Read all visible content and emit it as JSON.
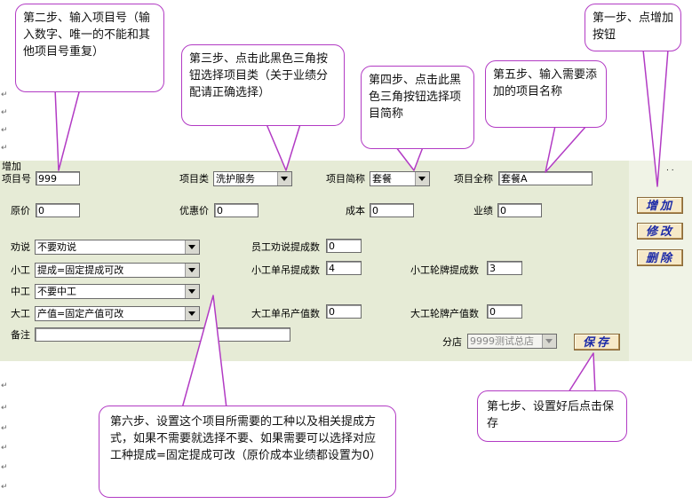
{
  "form": {
    "section_title": "增加",
    "item_no_label": "项目号",
    "item_no_value": "999",
    "category_label": "项目类",
    "category_value": "洗护服务",
    "short_name_label": "项目简称",
    "short_name_value": "套餐",
    "full_name_label": "项目全称",
    "full_name_value": "套餐A",
    "price_label": "原价",
    "price_value": "0",
    "discount_label": "优惠价",
    "discount_value": "0",
    "cost_label": "成本",
    "cost_value": "0",
    "perf_label": "业绩",
    "perf_value": "0",
    "persuade_label": "劝说",
    "persuade_value": "不要劝说",
    "staff_persuade_label": "员工劝说提成数",
    "staff_persuade_value": "0",
    "junior_label": "小工",
    "junior_value": "提成=固定提成可改",
    "junior_single_label": "小工单吊提成数",
    "junior_single_value": "4",
    "junior_rotate_label": "小工轮牌提成数",
    "junior_rotate_value": "3",
    "mid_label": "中工",
    "mid_value": "不要中工",
    "senior_label": "大工",
    "senior_value": "产值=固定产值可改",
    "senior_single_label": "大工单吊产值数",
    "senior_single_value": "0",
    "senior_rotate_label": "大工轮牌产值数",
    "senior_rotate_value": "0",
    "note_label": "备注",
    "note_value": "",
    "branch_label": "分店",
    "branch_value": "9999测试总店",
    "save_label": "保存"
  },
  "side_buttons": {
    "add_label": "增加",
    "edit_label": "修改",
    "delete_label": "删除",
    "dots": ". ."
  },
  "callouts": {
    "step1": "第一步、点增加按钮",
    "step2": "第二步、输入项目号（输入数字、唯一的不能和其他项目号重复）",
    "step3": "第三步、点击此黑色三角按钮选择项目类（关于业绩分配请正确选择）",
    "step4": "第四步、点击此黑色三角按钮选择项目简称",
    "step5": "第五步、输入需要添加的项目名称",
    "step6": "第六步、设置这个项目所需要的工种以及相关提成方式，如果不需要就选择不要、如果需要可以选择对应工种提成=固定提成可改（原价成本业绩都设置为0）",
    "step7": "第七步、设置好后点击保存"
  },
  "colors": {
    "panel_bg": "#e6ebd6",
    "callout_border": "#b23bc4",
    "button_text": "#1c2aa8"
  }
}
